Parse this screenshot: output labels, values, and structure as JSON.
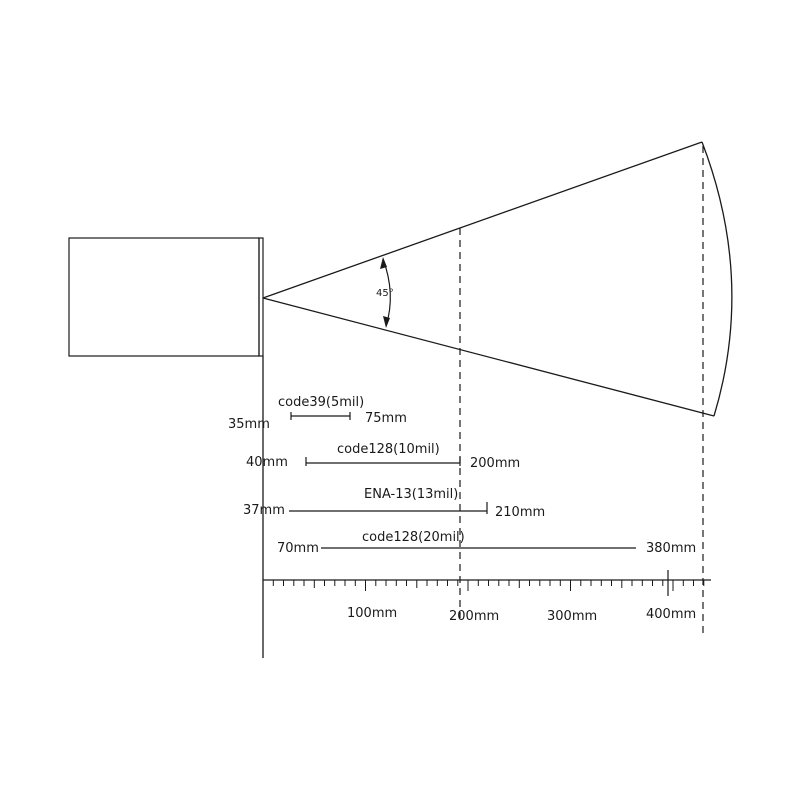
{
  "angle_label": "45°",
  "ranges": [
    {
      "name": "code39(5mil)",
      "near": "35mm",
      "far": "75mm"
    },
    {
      "name": "code128(10mil)",
      "near": "40mm",
      "far": "200mm"
    },
    {
      "name": "ENA-13(13mil)",
      "near": "37mm",
      "far": "210mm"
    },
    {
      "name": "code128(20mil)",
      "near": "70mm",
      "far": "380mm"
    }
  ],
  "axis_labels": [
    "100mm",
    "200mm",
    "300mm",
    "400mm"
  ]
}
